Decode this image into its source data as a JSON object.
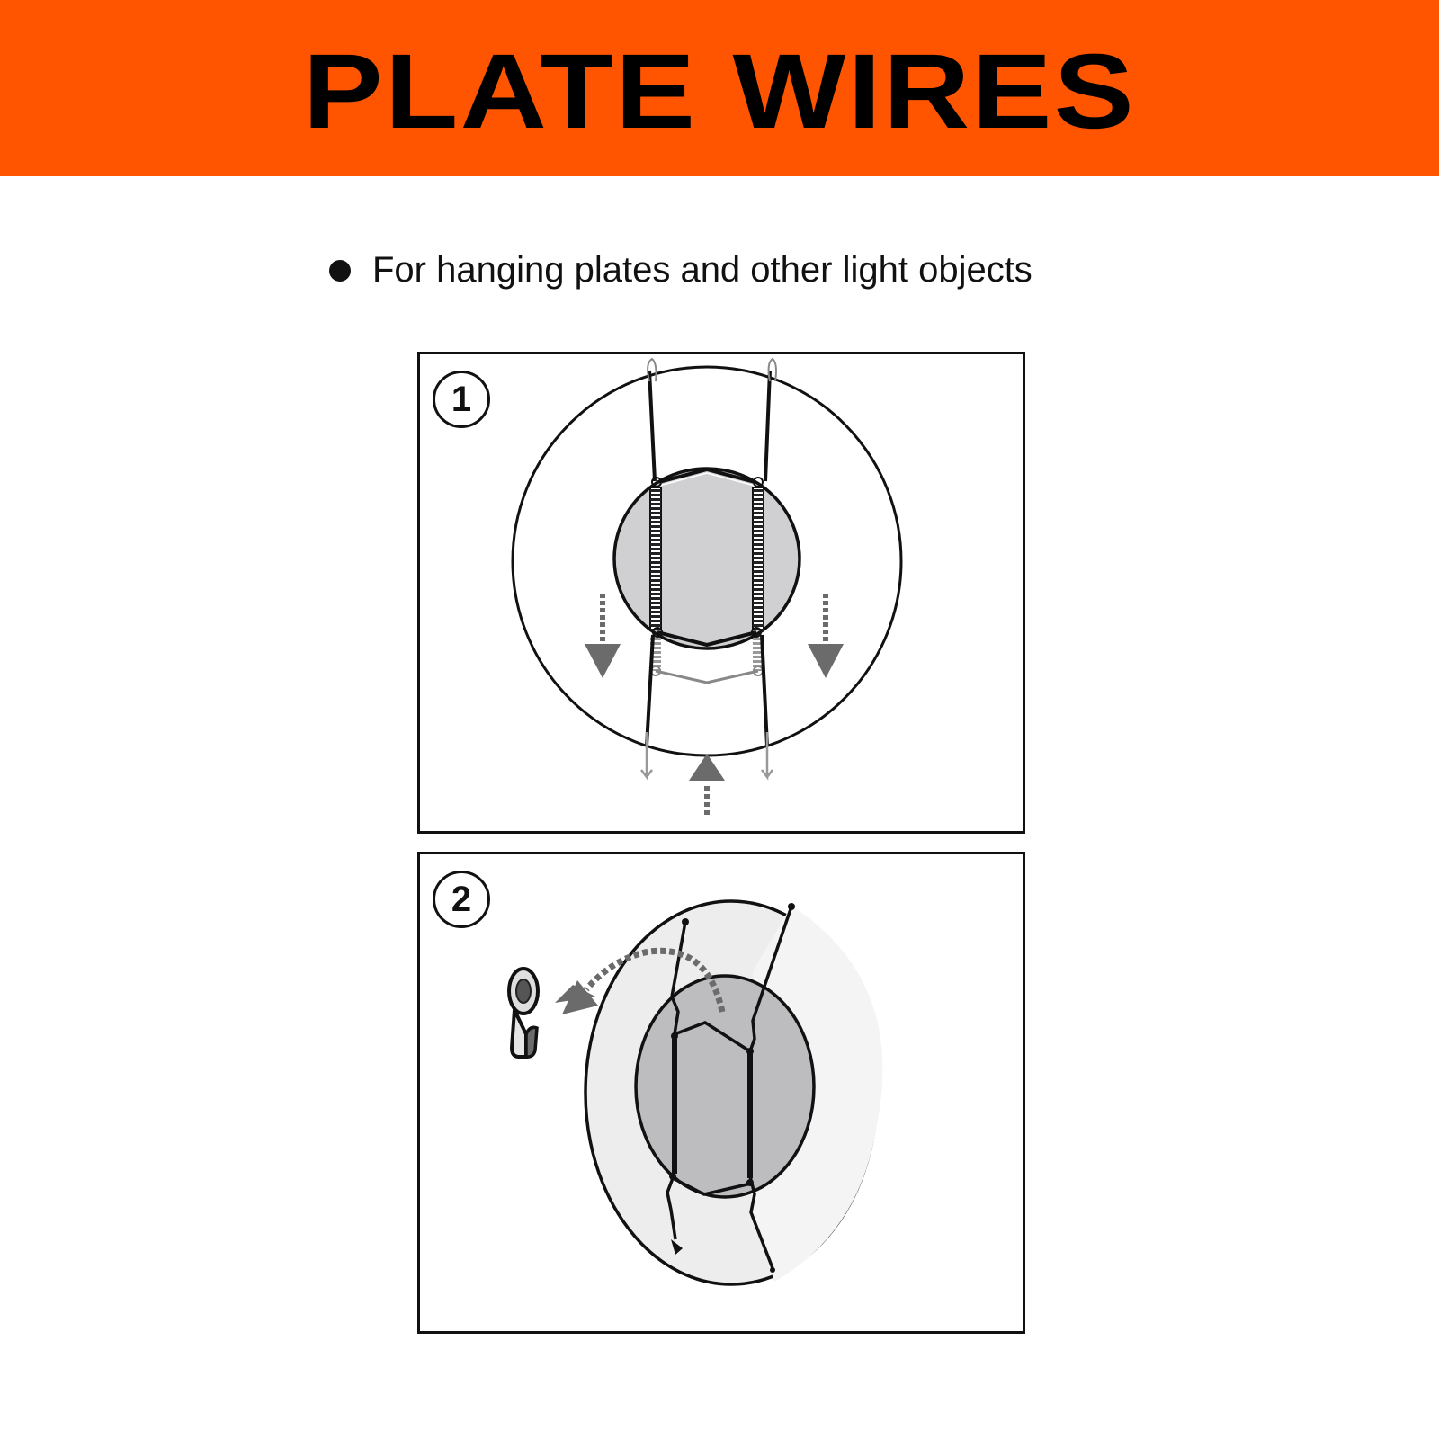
{
  "header": {
    "title": "PLATE WIRES",
    "background_color": "#ff5500",
    "text_color": "#000000"
  },
  "features": [
    {
      "icon": "bullet-dot",
      "text": "For hanging plates and other light objects"
    }
  ],
  "steps": [
    {
      "number": "1",
      "illustration": "plate-with-spring-wire-hooks-stretched-over-rim",
      "arrows": [
        "down-left",
        "down-right",
        "up-center"
      ]
    },
    {
      "number": "2",
      "illustration": "plate-hung-on-wall-hook",
      "arrows": [
        "curved-to-wall-hook"
      ]
    }
  ],
  "colors": {
    "line": "#111111",
    "plate_center": "#d0d0d2",
    "plate_center_step2": "#bdbdbf",
    "plate_rim_step2": "#ededee",
    "arrow": "#6b6b6b"
  }
}
